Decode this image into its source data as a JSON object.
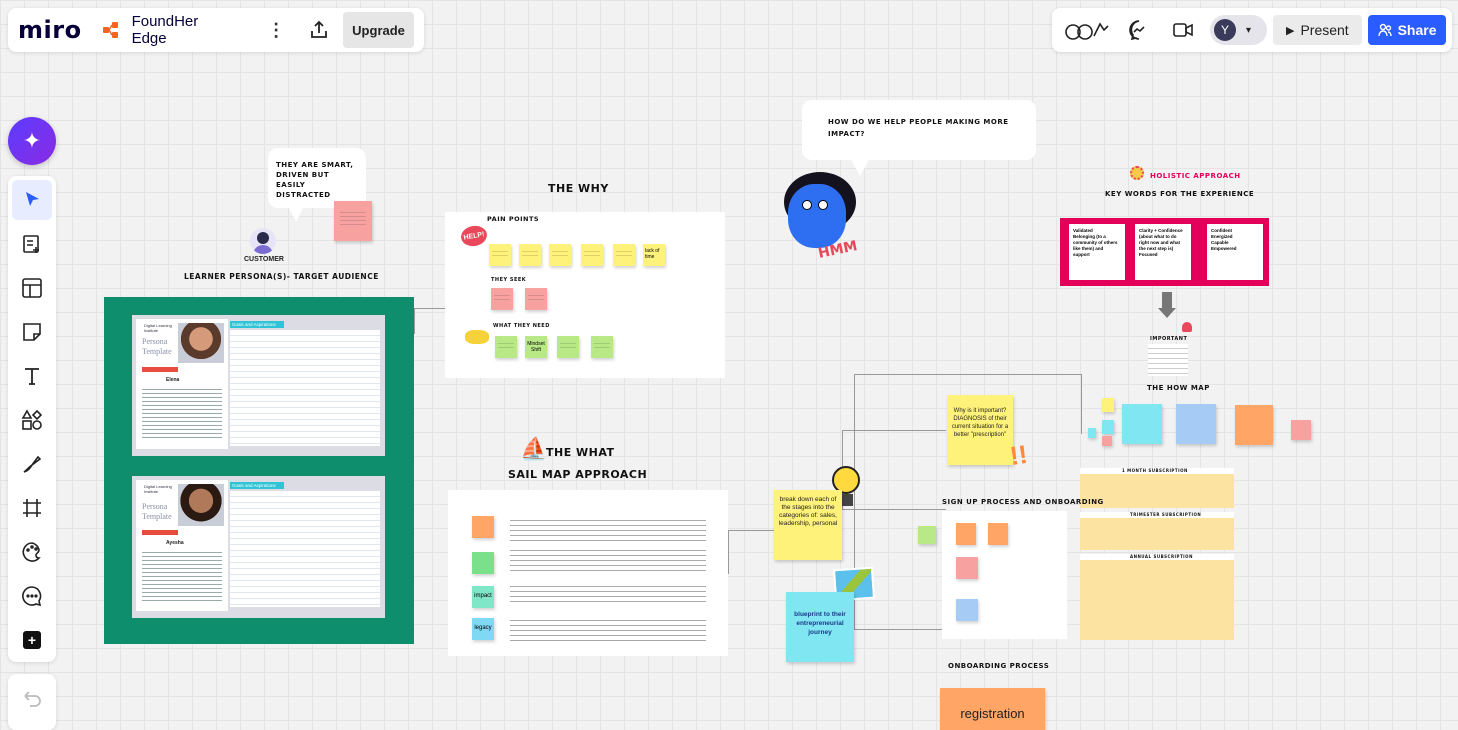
{
  "app": {
    "logo": "miro",
    "board_title": "FoundHer Edge",
    "upgrade_label": "Upgrade"
  },
  "header_right": {
    "initial": "Y",
    "present_label": "Present",
    "share_label": "Share"
  },
  "colors": {
    "accent": "#2b5cff",
    "green_frame": "#0f8e6e",
    "pink_frame": "#e2005a",
    "sticky_yellow": "#fff27a",
    "sticky_orange": "#ffa667",
    "sticky_pink": "#f7a1a1",
    "sticky_green": "#b8e986",
    "sticky_blue": "#a6ccf5",
    "sticky_cyan": "#7fe6f2"
  },
  "toolbar": {
    "icons": [
      "sparkle-ai-icon",
      "select-cursor-icon",
      "text-plus-icon",
      "template-icon",
      "sticky-note-icon",
      "text-tool-icon",
      "shapes-icon",
      "pen-icon",
      "frame-icon",
      "emoji-icon",
      "comment-icon",
      "plus-icon",
      "undo-icon"
    ]
  },
  "board": {
    "speech1": "THEY ARE SMART, DRIVEN BUT EASILY DISTRACTED",
    "customer_label": "CUSTOMER",
    "persona_heading": "LEARNER PERSONA(S)- TARGET AUDIENCE",
    "the_why": "THE WHY",
    "pain_points": "PAIN POINTS",
    "help": "HELP!",
    "they_seek": "THEY SEEK",
    "what_they_need": "WHAT THEY NEED",
    "mindset_shift": "Mindset Shift",
    "lack_of_time": "lack of time",
    "speech2": "HOW DO WE HELP PEOPLE MAKING MORE IMPACT?",
    "hmm": "HMM",
    "holistic": "HOLISTIC APPROACH",
    "keywords_heading": "KEY WORDS FOR THE EXPERIENCE",
    "kw1": [
      "Validated",
      "Belonging (to a community of others like them) and support"
    ],
    "kw2": [
      "Clarity + Confidence (about what to do right now and what the next step is)",
      "Focused"
    ],
    "kw3": [
      "Confident",
      "Energized",
      "Capable",
      "Empowered"
    ],
    "important": "IMPORTANT",
    "how_map": "THE HOW MAP",
    "the_what": "THE WHAT",
    "sail_map": "SAIL MAP APPROACH",
    "sail_labels": [
      "impact",
      "legacy"
    ],
    "why_sticky": "Why is it important? DIAGNOSIS of their current situation for a better \"prescription\"",
    "break_down": "break down each of the stages into the categories of: sales, leadership, personal",
    "blueprint": "blueprint to their entrepreneurial journey",
    "signup": "SIGN UP PROCESS AND ONBOARDING",
    "onboarding": "ONBOARDING PROCESS",
    "registration": "registration",
    "sub1": "1 MONTH SUBSCRIPTION",
    "sub2": "TRIMESTER SUBSCRIPTION",
    "sub3": "ANNUAL SUBSCRIPTION",
    "persona1": {
      "title": "Persona Template",
      "name": "Elena",
      "goals": "Goals and Aspirations"
    },
    "persona2": {
      "title": "Persona Template",
      "name": "Ayesha",
      "goals": "Goals and Aspirations"
    },
    "dli": "Digital Learning Institute"
  }
}
